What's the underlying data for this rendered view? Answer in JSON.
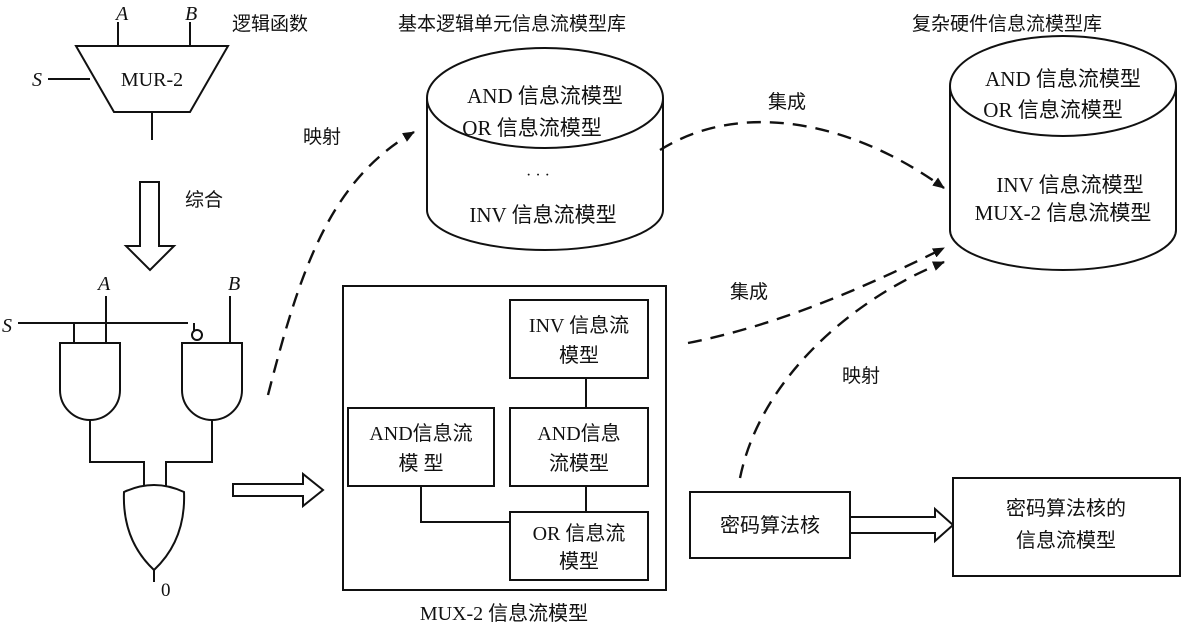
{
  "logic_function": {
    "title": "逻辑函数",
    "input_a": "A",
    "input_b": "B",
    "select": "S",
    "mux_label": "MUR-2"
  },
  "synthesis_label": "综合",
  "gates": {
    "input_a": "A",
    "input_b": "B",
    "select": "S",
    "output": "0"
  },
  "basic_library": {
    "title": "基本逻辑单元信息流模型库",
    "items": [
      "AND 信息流模型",
      "OR 信息流模型",
      "· · ·",
      "INV 信息流模型"
    ]
  },
  "complex_library": {
    "title": "复杂硬件信息流模型库",
    "items": [
      "AND 信息流模型",
      "OR 信息流模型",
      "INV 信息流模型",
      "MUX-2 信息流模型"
    ]
  },
  "arrows": {
    "map_top": "映射",
    "integrate_top": "集成",
    "integrate_mid": "集成",
    "map_bottom": "映射"
  },
  "mux_model": {
    "caption": "MUX-2 信息流模型",
    "inv_line1": "INV 信息流",
    "inv_line2": "模型",
    "and_right_line1": "AND信息",
    "and_right_line2": "流模型",
    "and_left_line1": "AND信息流",
    "and_left_line2": "模 型",
    "or_line1": "OR 信息流",
    "or_line2": "模型"
  },
  "crypto": {
    "core": "密码算法核",
    "model_line1": "密码算法核的",
    "model_line2": "信息流模型"
  }
}
